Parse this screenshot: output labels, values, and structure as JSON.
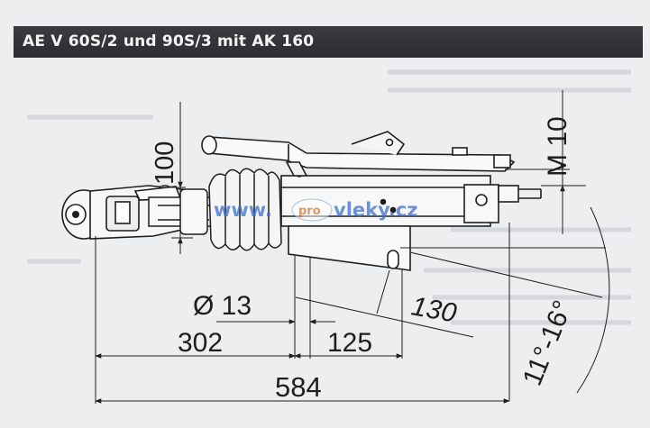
{
  "header": {
    "title": "AE V 60S/2 und 90S/3 mit AK 160"
  },
  "dimensions": {
    "d100": "100",
    "m10": "M 10",
    "d13": "Ø 13",
    "d302": "302",
    "d125": "125",
    "d130": "130",
    "d584": "584",
    "angle": "11°-16°"
  },
  "watermark": {
    "pre": "www.",
    "mid": "pro",
    "post": "vleky.cz"
  },
  "colors": {
    "header_bg": "#2f3135",
    "line": "#1e1e1e",
    "watermark": "#3d6fd1"
  }
}
